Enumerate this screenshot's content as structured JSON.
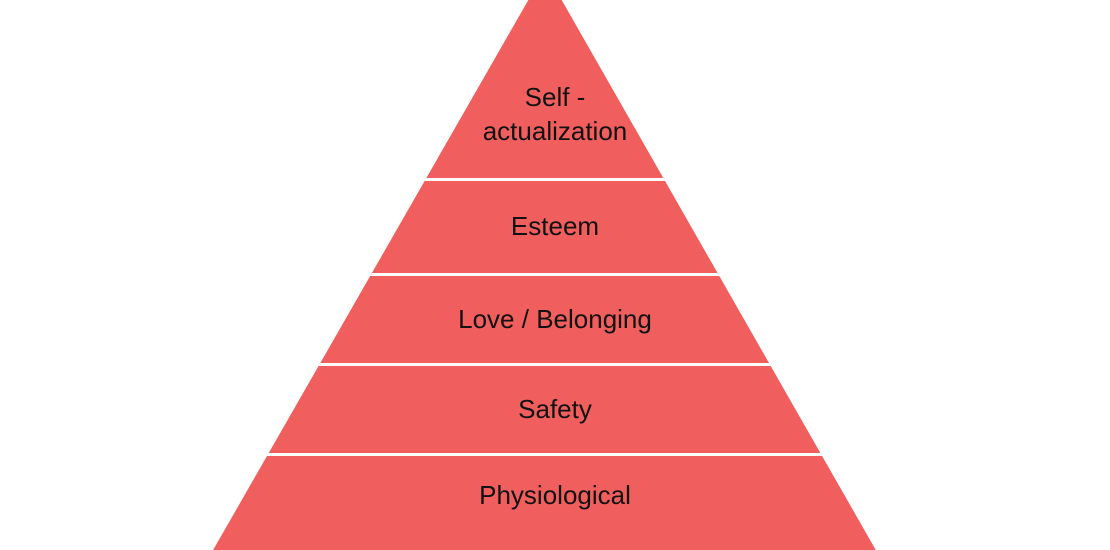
{
  "background": "#ffffff",
  "pyramid": {
    "fill": "#F15E5E",
    "divider_color": "#ffffff",
    "text_color": "#121212",
    "levels": [
      {
        "label": "Self -\nactualization"
      },
      {
        "label": "Esteem"
      },
      {
        "label": "Love / Belonging"
      },
      {
        "label": "Safety"
      },
      {
        "label": "Physiological"
      }
    ]
  },
  "chart_data": {
    "type": "pyramid",
    "title": "",
    "categories": [
      "Self - actualization",
      "Esteem",
      "Love / Belonging",
      "Safety",
      "Physiological"
    ],
    "order": "top-to-bottom"
  }
}
